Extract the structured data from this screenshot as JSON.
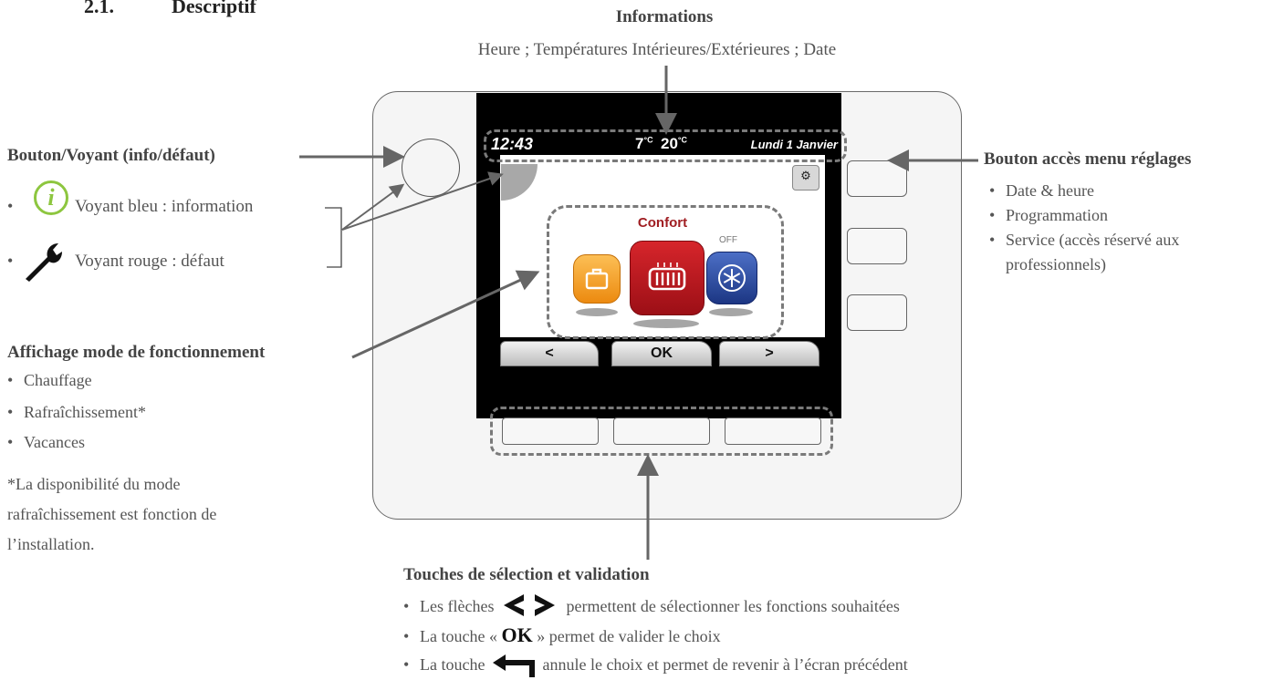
{
  "section": {
    "number": "2.1.",
    "title": "Descriptif"
  },
  "informations": {
    "title": "Informations",
    "subtitle": "Heure ; Températures Intérieures/Extérieures ; Date"
  },
  "screen": {
    "time": "12:43",
    "temp_ext": "7",
    "temp_int": "20",
    "unit": "°C",
    "date": "Lundi 1 Janvier",
    "mode_title": "Confort",
    "off_label": "OFF",
    "key_left": "<",
    "key_ok": "OK",
    "key_right": ">"
  },
  "left": {
    "led_title": "Bouton/Voyant (info/défaut)",
    "led_items": [
      "Voyant bleu : information",
      "Voyant rouge : défaut"
    ],
    "mode_title": "Affichage mode de fonctionnement",
    "mode_items": [
      "Chauffage",
      "Rafraîchissement*",
      "Vacances"
    ],
    "note_lines": [
      "*La disponibilité du mode",
      "rafraîchissement est fonction de",
      "l’installation."
    ]
  },
  "right": {
    "title": "Bouton accès menu réglages",
    "items": [
      "Date & heure",
      "Programmation",
      "Service (accès réservé aux",
      "professionnels)"
    ]
  },
  "bottom": {
    "title": "Touches de sélection et validation",
    "line1_pre": "Les flèches",
    "line1_post": "permettent de sélectionner les fonctions souhaitées",
    "line2_pre": "La touche «",
    "line2_ok": "OK",
    "line2_post": "» permet de valider le choix",
    "line3_pre": "La touche",
    "line3_post": "annule le choix et permet de revenir à l’écran précédent"
  },
  "colors": {
    "info_green": "#8dc63f",
    "heat_red": "#b5121b",
    "holiday_orange": "#f39a1e",
    "cool_blue": "#2d4aa0",
    "confort_text": "#a01e22"
  }
}
